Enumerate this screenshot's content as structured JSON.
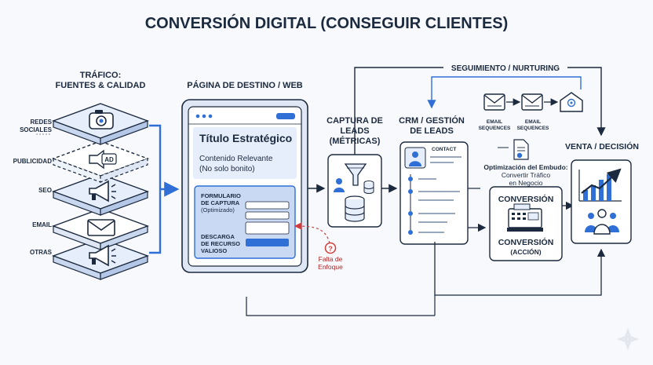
{
  "title": "CONVERSIÓN DIGITAL (CONSEGUIR CLIENTES)",
  "traffic": {
    "heading_line1": "TRÁFICO:",
    "heading_line2": "FUENTES & CALIDAD",
    "sources": [
      {
        "label_line1": "REDES",
        "label_line2": "SOCIALES",
        "icon": "camera-icon"
      },
      {
        "label_line1": "PUBLICIDAD",
        "label_line2": "",
        "icon": "ad-icon",
        "badge": "AD"
      },
      {
        "label_line1": "SEO",
        "label_line2": "",
        "icon": "megaphone-icon"
      },
      {
        "label_line1": "EMAIL",
        "label_line2": "",
        "icon": "envelope-icon"
      },
      {
        "label_line1": "OTRAS",
        "label_line2": "",
        "icon": "megaphone-icon"
      }
    ]
  },
  "landing": {
    "heading": "PÁGINA DE DESTINO / WEB",
    "headline": "Título Estratégico",
    "content_line1": "Contenido Relevante",
    "content_line2": "(No solo bonito)",
    "form_line1": "FORMULARIO",
    "form_line2": "DE CAPTURA",
    "form_line3": "(Optimizado)",
    "download_line1": "DESCARGA",
    "download_line2": "DE RECURSO",
    "download_line3": "VALIOSO"
  },
  "problem": {
    "icon_text": "?",
    "label_line1": "Falta de",
    "label_line2": "Enfoque"
  },
  "capture": {
    "heading_line1": "CAPTURA DE",
    "heading_line2": "LEADS",
    "heading_line3": "(MÉTRICAS)"
  },
  "crm": {
    "heading_line1": "CRM / GESTIÓN",
    "heading_line2": "DE LEADS",
    "card_label": "CONTACT"
  },
  "nurturing": {
    "label": "SEGUIMIENTO / NURTURING",
    "email_1_line1": "EMAIL",
    "email_1_line2": "SEQUENCES",
    "email_2_line1": "EMAIL",
    "email_2_line2": "SEQUENCES"
  },
  "optimization": {
    "line1": "Optimización del Embudo:",
    "line2": "Convertir Tráfico",
    "line3": "en Negocio"
  },
  "conversion": {
    "top_label": "CONVERSIÓN",
    "bottom_line1": "CONVERSIÓN",
    "bottom_line2": "(ACCIÓN)"
  },
  "sale": {
    "heading": "VENTA / DECISIÓN"
  },
  "colors": {
    "accent": "#2f6fd6",
    "navy": "#1c2a3f",
    "light_blue": "#e6eefb",
    "problem_red": "#d43b3b"
  }
}
